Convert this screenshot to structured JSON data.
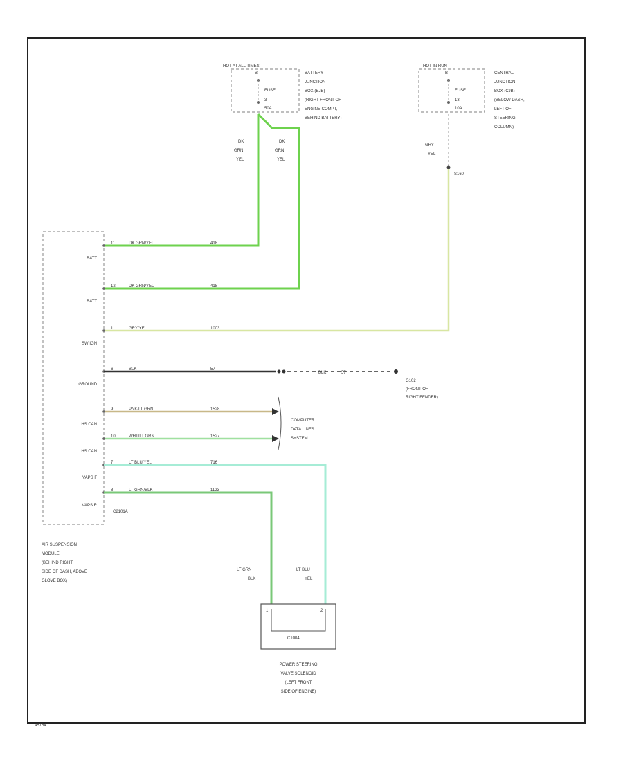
{
  "fuse_boxes": [
    {
      "header": "HOT AT ALL TIMES",
      "fuse_label": "FUSE",
      "fuse_number": "3",
      "rating": "50A",
      "location": [
        "BATTERY",
        "JUNCTION",
        "BOX (BJB)",
        "(RIGHT FRONT OF",
        "ENGINE COMPT,",
        "BEHIND BATTERY)"
      ]
    },
    {
      "header": "HOT IN RUN",
      "fuse_label": "FUSE",
      "fuse_number": "13",
      "rating": "10A",
      "location": [
        "CENTRAL",
        "JUNCTION",
        "BOX (CJB)",
        "(BELOW DASH,",
        "LEFT OF",
        "STEERING",
        "COLUMN)"
      ]
    }
  ],
  "wire_colors_vertical": [
    [
      "DK",
      "GRN",
      "YEL"
    ],
    [
      "DK",
      "GRN",
      "YEL"
    ],
    [
      "GRY",
      "YEL"
    ]
  ],
  "splice": "S160",
  "module": {
    "connector": "C2101A",
    "description": [
      "AIR SUSPENSION",
      "MODULE",
      "(BEHIND RIGHT",
      "SIDE OF DASH, ABOVE",
      "GLOVE BOX)"
    ]
  },
  "pins": [
    {
      "name": "BATT",
      "pin": "11",
      "color": "DK GRN/YEL",
      "circuit": "418"
    },
    {
      "name": "BATT",
      "pin": "12",
      "color": "DK GRN/YEL",
      "circuit": "418"
    },
    {
      "name": "SW IGN",
      "pin": "1",
      "color": "GRY/YEL",
      "circuit": "1003"
    },
    {
      "name": "GROUND",
      "pin": "6",
      "color": "BLK",
      "circuit": "57"
    },
    {
      "name": "HS CAN",
      "pin": "9",
      "color": "PNK/LT GRN",
      "circuit": "1528"
    },
    {
      "name": "HS CAN",
      "pin": "10",
      "color": "WHT/LT GRN",
      "circuit": "1527"
    },
    {
      "name": "VAPS F",
      "pin": "7",
      "color": "LT BLU/YEL",
      "circuit": "716"
    },
    {
      "name": "VAPS R",
      "pin": "8",
      "color": "LT GRN/BLK",
      "circuit": "1123"
    }
  ],
  "ground": {
    "wire": "BLK",
    "circuit": "57",
    "id": "G102",
    "location": [
      "(FRONT OF",
      "RIGHT FENDER)"
    ]
  },
  "computer_data_lines": [
    "COMPUTER",
    "DATA LINES",
    "SYSTEM"
  ],
  "solenoid": {
    "left_wire": [
      "LT GRN",
      "BLK"
    ],
    "right_wire": [
      "LT BLU",
      "YEL"
    ],
    "pins": [
      "1",
      "2"
    ],
    "connector": "C1004",
    "description": [
      "POWER STEERING",
      "VALVE SOLENOID",
      "(LEFT FRONT",
      "SIDE OF ENGINE)"
    ]
  },
  "footer_code": "45764",
  "colors": {
    "dk_grn_yel": "#6ed24e",
    "gry_yel": "#d8e6a2",
    "blk": "#333333",
    "pnk_lt_grn": "#c8b888",
    "wht_lt_grn": "#a0e0a0",
    "lt_blu_yel": "#a6ecd6",
    "lt_grn_blk": "#7ac878",
    "border": "#222222",
    "dashed": "#999999"
  }
}
